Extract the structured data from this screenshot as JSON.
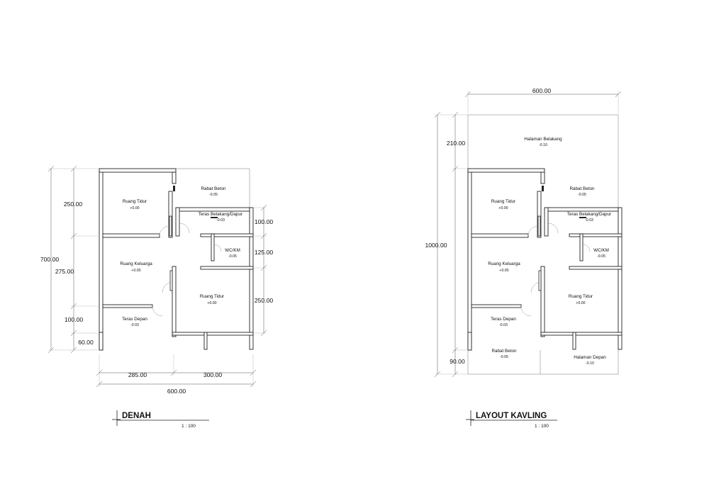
{
  "denah": {
    "title": "DENAH",
    "scale": "1 : 100",
    "rooms": {
      "ruang_tidur_1": {
        "name": "Ruang Tidur",
        "level": "+0.00"
      },
      "ruang_keluarga": {
        "name": "Ruang Keluarga",
        "level": "+0.00"
      },
      "ruang_tidur_2": {
        "name": "Ruang Tidur",
        "level": "+0.00"
      },
      "teras_depan": {
        "name": "Teras Depan",
        "level": "-0.03"
      },
      "rabat_beton": {
        "name": "Rabat Beton",
        "level": "-0.05"
      },
      "teras_belakang": {
        "name": "Teras Belakang/Dapur",
        "level": "-0.03"
      },
      "wc_km": {
        "name": "WC/KM",
        "level": "-0.05"
      }
    },
    "dims": {
      "left_total": "700.00",
      "left_250": "250.00",
      "left_275": "275.00",
      "left_100": "100.00",
      "left_60": "60.00",
      "right_100": "100.00",
      "right_125": "125.00",
      "right_250": "250.00",
      "bottom_285": "285.00",
      "bottom_300": "300.00",
      "bottom_total": "600.00"
    }
  },
  "layout": {
    "title": "LAYOUT KAVLING",
    "scale": "1 : 100",
    "rooms": {
      "halaman_belakang": {
        "name": "Halaman Belakang",
        "level": "-0.10"
      },
      "ruang_tidur_1": {
        "name": "Ruang Tidur",
        "level": "+0.00"
      },
      "rabat_beton_top": {
        "name": "Rabat Beton",
        "level": "-0.05"
      },
      "teras_belakang": {
        "name": "Teras Belakang/Dapur",
        "level": "-0.03"
      },
      "wc_km": {
        "name": "WC/KM",
        "level": "-0.05"
      },
      "ruang_keluarga": {
        "name": "Ruang Keluarga",
        "level": "+0.00"
      },
      "ruang_tidur_2": {
        "name": "Ruang Tidur",
        "level": "+0.00"
      },
      "teras_depan": {
        "name": "Teras Depan",
        "level": "-0.03"
      },
      "rabat_beton_bottom": {
        "name": "Rabat Beton",
        "level": "-0.05"
      },
      "halaman_depan": {
        "name": "Halaman Depan",
        "level": "-0.10"
      }
    },
    "dims": {
      "top_600": "600.00",
      "left_210": "210.00",
      "left_total": "1000.00",
      "left_90": "90.00"
    }
  }
}
